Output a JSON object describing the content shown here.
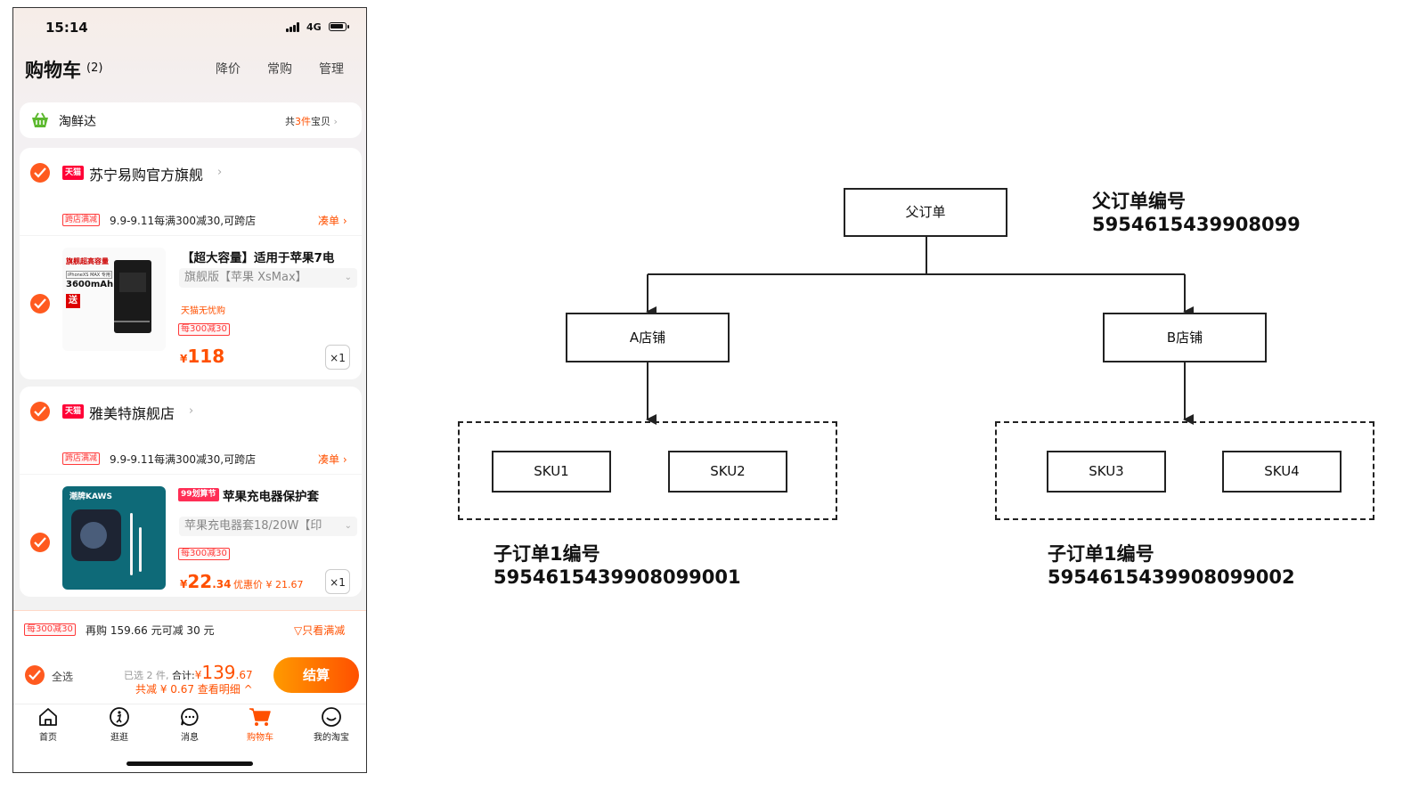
{
  "phone": {
    "status": {
      "time": "15:14",
      "network": "4G"
    },
    "header": {
      "title": "购物车",
      "count": "(2)",
      "nav": [
        "降价",
        "常购",
        "管理"
      ]
    },
    "taoxianda": {
      "name": "淘鲜达",
      "summary_prefix": "共",
      "summary_count": "3件",
      "summary_suffix": "宝贝"
    },
    "stores": [
      {
        "badge": "天猫",
        "name": "苏宁易购官方旗舰",
        "promo_tag": "跨店满减",
        "promo_text": "9.9-9.11每满300减30,可跨店",
        "promo_action": "凑单 ›",
        "product": {
          "image_text": [
            "旗舰超高容量",
            "iPhoneXS MAX 专用",
            "3600mAh",
            "送"
          ],
          "title": "【超大容量】适用于苹果7电",
          "spec": "旗舰版【苹果 XsMax】",
          "service": "天猫无忧购",
          "discount_tag": "每300减30",
          "price_symbol": "¥",
          "price_int": "118",
          "price_dec": "",
          "qty": "×1"
        }
      },
      {
        "badge": "天猫",
        "name": "雅美特旗舰店",
        "promo_tag": "跨店满减",
        "promo_text": "9.9-9.11每满300减30,可跨店",
        "promo_action": "凑单 ›",
        "product": {
          "image_text": [
            "潮牌KAWS"
          ],
          "festival_tag": "99划算节",
          "title": "苹果充电器保护套",
          "spec": "苹果充电器套18/20W【印",
          "discount_tag": "每300减30",
          "price_symbol": "¥",
          "price_int": "22",
          "price_dec": ".34",
          "coupon_price": "优惠价 ¥ 21.67",
          "qty": "×1"
        }
      }
    ],
    "tip_bar": {
      "tag": "每300减30",
      "text": "再购 159.66 元可减 30 元",
      "filter": "▽只看满减"
    },
    "checkout": {
      "select_all": "全选",
      "selected": "已选 2 件,",
      "total_label": "合计:",
      "total_symbol": "¥",
      "total_int": "139",
      "total_dec": ".67",
      "savings": "共减 ¥ 0.67  查看明细 ^",
      "button": "结算"
    },
    "tabbar": [
      "首页",
      "逛逛",
      "消息",
      "购物车",
      "我的淘宝"
    ]
  },
  "diagram": {
    "parent_node": "父订单",
    "parent_label": "父订单编号",
    "parent_number": "5954615439908099",
    "stores": [
      "A店铺",
      "B店铺"
    ],
    "skus_a": [
      "SKU1",
      "SKU2"
    ],
    "skus_b": [
      "SKU3",
      "SKU4"
    ],
    "child_a_label": "子订单1编号",
    "child_a_number": "5954615439908099001",
    "child_b_label": "子订单1编号",
    "child_b_number": "5954615439908099002"
  },
  "colors": {
    "accent": "#ff5000",
    "check": "#ff5a1f",
    "tmall": "#ff0036"
  }
}
